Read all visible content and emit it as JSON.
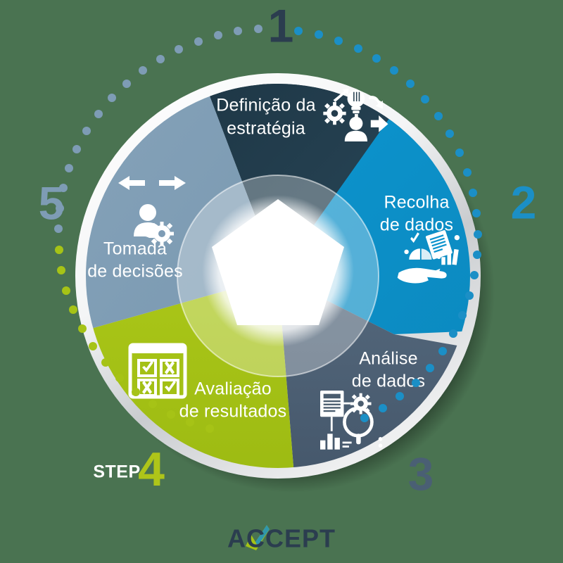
{
  "background_color": "#4a7351",
  "diagram": {
    "title_type": "circular-process-wheel",
    "segments": [
      {
        "step": "1",
        "step_color": "#2b3d4f",
        "label_line1": "Definição da",
        "label_line2": "estratégia",
        "color": "#233c4c",
        "icon": "strategy-gears-lightbulb-icon"
      },
      {
        "step": "2",
        "step_color": "#1b8fc6",
        "label_line1": "Recolha",
        "label_line2": "de dados",
        "color": "#0d94ce",
        "icon": "hand-collecting-data-icon"
      },
      {
        "step": "3",
        "step_color": "#4a5f74",
        "label_line1": "Análise",
        "label_line2": "de dados",
        "color": "#4a5c6e",
        "icon": "data-analysis-magnifier-chart-icon"
      },
      {
        "step": "4",
        "step_color": "#aec519",
        "step_word": "STEP",
        "step_word_color": "#ffffff",
        "label_line1": "Avaliação",
        "label_line2": "de resultados",
        "color": "#a6c316",
        "icon": "checklist-evaluation-icon"
      },
      {
        "step": "5",
        "step_color": "#7e9cb5",
        "label_line1": "Tomada",
        "label_line2": "de decisões",
        "color": "#7e9cb5",
        "icon": "decision-arrows-user-gear-icon"
      }
    ],
    "ring_color": "#ffffff",
    "center_pentagon_color": "#ffffff",
    "dot_arcs": [
      {
        "name": "arc-top-left",
        "color": "#7e9cb5"
      },
      {
        "name": "arc-right",
        "color": "#1b8fc6"
      },
      {
        "name": "arc-bottom-left",
        "color": "#a6c316"
      }
    ]
  },
  "logo": {
    "text": "ACCEPT",
    "text_color": "#2b3d4f",
    "check_color_green": "#a6c316",
    "check_color_blue": "#1b8fc6"
  }
}
